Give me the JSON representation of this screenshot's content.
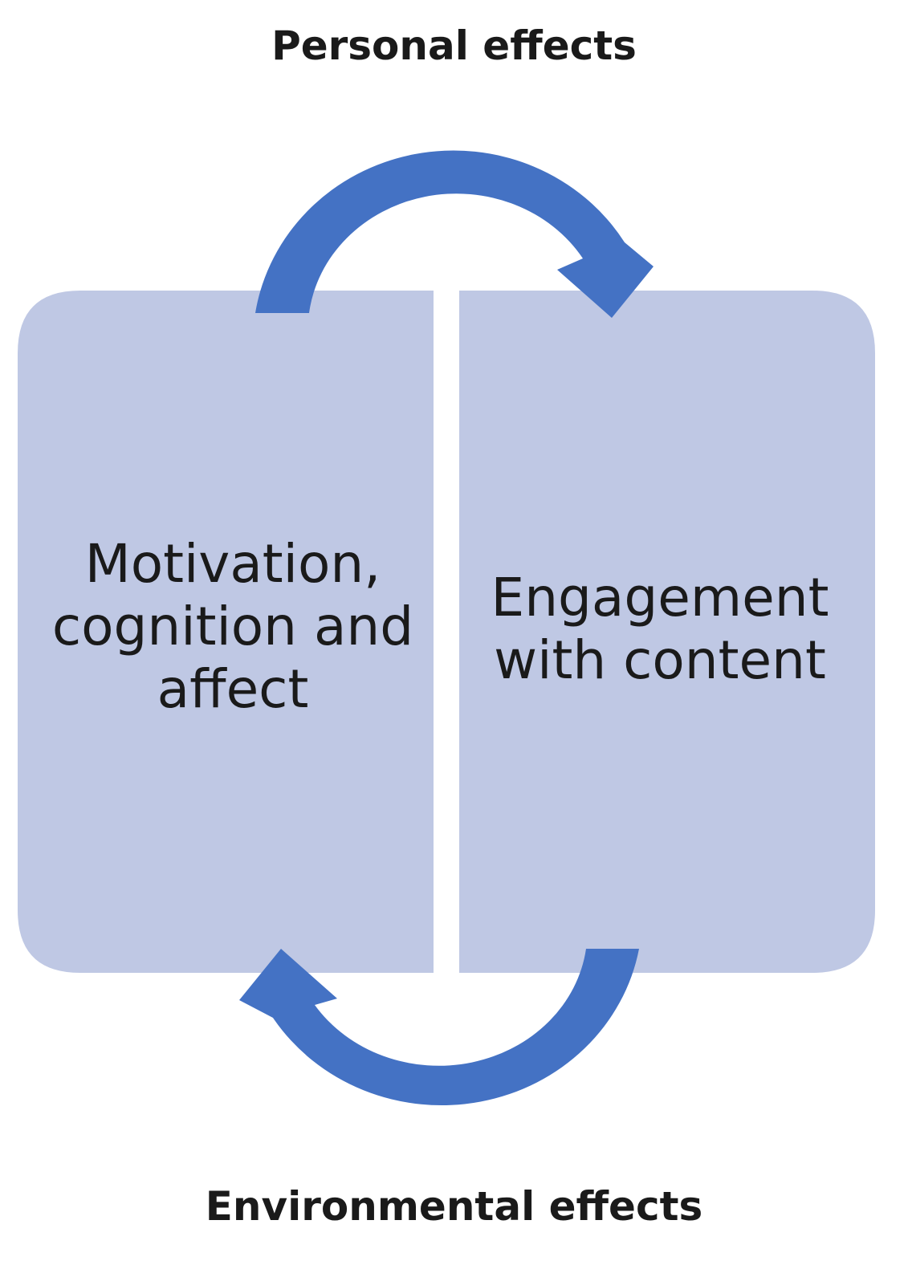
{
  "diagram": {
    "top_label": "Personal effects",
    "bottom_label": "Environmental effects",
    "left_box": {
      "label": "Motivation,\ncognition and\naffect"
    },
    "right_box": {
      "label": "Engagement\nwith content"
    },
    "colors": {
      "box_fill": "#bfc8e4",
      "arrow_fill": "#4472c4",
      "text": "#1a1a1a"
    }
  }
}
